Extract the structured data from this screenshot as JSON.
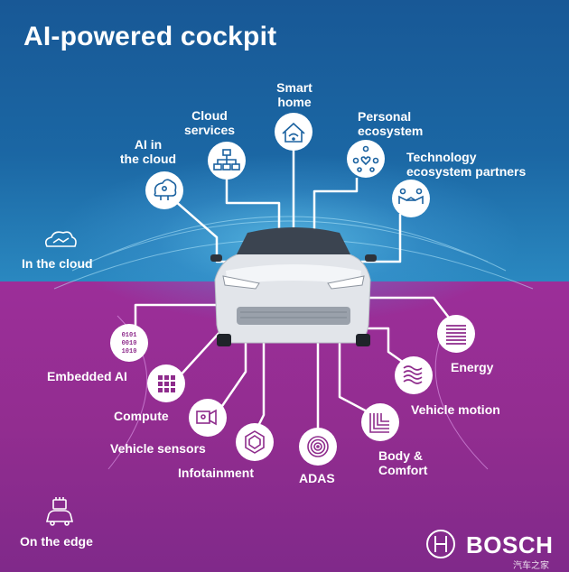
{
  "title": "AI-powered cockpit",
  "colors": {
    "top_background": "#1b62a0",
    "bottom_background": "#942d92",
    "icon_circle": "#ffffff",
    "icon_blue": "#1b62a0",
    "icon_purple": "#8e2c8c"
  },
  "zones": {
    "cloud": "In the cloud",
    "edge": "On the edge"
  },
  "cloud_nodes": [
    {
      "icon": "ai-brain-cloud-icon",
      "label": [
        "AI in",
        "the cloud"
      ]
    },
    {
      "icon": "network-hierarchy-icon",
      "label": [
        "Cloud",
        "services"
      ]
    },
    {
      "icon": "wifi-house-icon",
      "label": [
        "Smart",
        "home"
      ]
    },
    {
      "icon": "people-heart-icon",
      "label": [
        "Personal",
        "ecosystem"
      ]
    },
    {
      "icon": "handshake-icon",
      "label": [
        "Technology",
        "ecosystem partners"
      ]
    }
  ],
  "edge_nodes": [
    {
      "icon": "binary-code-icon",
      "label": [
        "Embedded AI"
      ]
    },
    {
      "icon": "chip-grid-icon",
      "label": [
        "Compute"
      ]
    },
    {
      "icon": "camera-sensor-icon",
      "label": [
        "Vehicle sensors"
      ]
    },
    {
      "icon": "hexagon-icon",
      "label": [
        "Infotainment"
      ]
    },
    {
      "icon": "concentric-circles-icon",
      "label": [
        "ADAS"
      ]
    },
    {
      "icon": "layered-corners-icon",
      "label": [
        "Body &",
        "Comfort"
      ]
    },
    {
      "icon": "waves-icon",
      "label": [
        "Vehicle motion"
      ]
    },
    {
      "icon": "stripes-icon",
      "label": [
        "Energy"
      ]
    }
  ],
  "brand": {
    "name": "BOSCH",
    "logo_icon": "bosch-armature-icon"
  },
  "watermark": "汽车之家"
}
